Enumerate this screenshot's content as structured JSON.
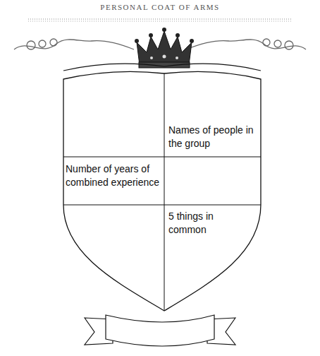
{
  "diagram": {
    "title": "PERSONAL COAT OF ARMS",
    "nodes": [
      {
        "text": [
          "Names of people in the group"
        ]
      },
      {
        "text": [
          "Number of years of combined experience"
        ]
      },
      {
        "text": [
          "5 things in common"
        ]
      }
    ]
  }
}
